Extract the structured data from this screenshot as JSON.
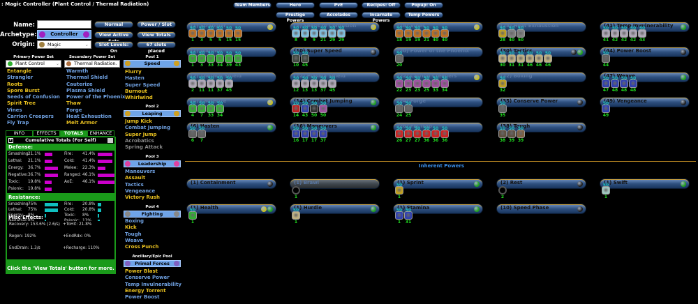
{
  "window": {
    "title": ": Magic Controller (Plant Control / Thermal Radiation)"
  },
  "header": {
    "name_label": "Name:",
    "name_value": "",
    "archetype_label": "Archetype:",
    "archetype_value": "Controller",
    "origin_label": "Origin:",
    "origin_value": "Magic",
    "buttons": {
      "normal": "Normal",
      "power_slot": "Power / Slot",
      "view_active_sets": "View Active Sets",
      "view_totals": "View Totals",
      "slot_levels": "Slot Levels: On",
      "slots_placed": "67 slots placed"
    }
  },
  "top_buttons": {
    "row1": [
      "Team Members",
      "Hero",
      "PvE",
      "Recipes: Off",
      "Popup: On"
    ],
    "row2": [
      "Prestige Powers",
      "Accolades",
      "Incarnate Powers",
      "Temp Powers"
    ]
  },
  "powersets": {
    "primary_label": "Primary Power Set",
    "primary_value": "Plant Control",
    "secondary_label": "Secondary Power Set",
    "secondary_value": "Thermal Radiation",
    "pool1_label": "Pool 1",
    "pool1_value": "Speed",
    "pool2_label": "Pool 2",
    "pool2_value": "Leaping",
    "pool3_label": "Pool 3",
    "pool3_value": "Leadership",
    "pool4_label": "Pool 4",
    "pool4_value": "Fighting",
    "epic_label": "Ancillary/Epic Pool",
    "epic_value": "Primal Forces Mastery",
    "primary_powers": [
      [
        "Entangle",
        "y"
      ],
      [
        "Strangler",
        "b"
      ],
      [
        "Roots",
        "y"
      ],
      [
        "Spore Burst",
        "y"
      ],
      [
        "Seeds of Confusion",
        "b"
      ],
      [
        "Spirit Tree",
        "y"
      ],
      [
        "Vines",
        "b"
      ],
      [
        "Carrion Creepers",
        "b"
      ],
      [
        "Fly Trap",
        "b"
      ]
    ],
    "secondary_powers": [
      [
        "Warmth",
        "b"
      ],
      [
        "Thermal Shield",
        "b"
      ],
      [
        "Cauterize",
        "b"
      ],
      [
        "Plasma Shield",
        "b"
      ],
      [
        "Power of the Phoenix",
        "b"
      ],
      [
        "Thaw",
        "y"
      ],
      [
        "Forge",
        "b"
      ],
      [
        "Heat Exhaustion",
        "b"
      ],
      [
        "Melt Armor",
        "y"
      ]
    ],
    "pool1_powers": [
      [
        "Flurry",
        "y"
      ],
      [
        "Hasten",
        "b"
      ],
      [
        "Super Speed",
        "b"
      ],
      [
        "Burnout",
        "y"
      ],
      [
        "Whirlwind",
        "y"
      ]
    ],
    "pool2_powers": [
      [
        "Jump Kick",
        "y"
      ],
      [
        "Combat Jumping",
        "b"
      ],
      [
        "Super Jump",
        "y"
      ],
      [
        "Acrobatics",
        "g"
      ],
      [
        "Spring Attack",
        "g"
      ]
    ],
    "pool3_powers": [
      [
        "Maneuvers",
        "b"
      ],
      [
        "Assault",
        "y"
      ],
      [
        "Tactics",
        "b"
      ],
      [
        "Vengeance",
        "b"
      ],
      [
        "Victory Rush",
        "y"
      ]
    ],
    "pool4_powers": [
      [
        "Boxing",
        "b"
      ],
      [
        "Kick",
        "y"
      ],
      [
        "Tough",
        "b"
      ],
      [
        "Weave",
        "b"
      ],
      [
        "Cross Punch",
        "y"
      ]
    ],
    "epic_powers": [
      [
        "Power Blast",
        "y"
      ],
      [
        "Conserve Power",
        "b"
      ],
      [
        "Temp Invulnerability",
        "b"
      ],
      [
        "Energy Torrent",
        "y"
      ],
      [
        "Power Boost",
        "b"
      ]
    ]
  },
  "info_tabs": [
    "INFO",
    "EFFECTS",
    "TOTALS",
    "ENHANCE"
  ],
  "totals": {
    "title": "Cumulative Totals (For Self)",
    "f_label": "F",
    "defense_label": "Defense:",
    "defense_left": [
      [
        "Smashing:",
        "21.1%",
        0.21
      ],
      [
        "Lethal:",
        "21.1%",
        0.21
      ],
      [
        "Energy:",
        "36.7%",
        0.37
      ],
      [
        "Negative:",
        "36.7%",
        0.37
      ],
      [
        "Toxic:",
        "19.8%",
        0.2
      ],
      [
        "Psionic:",
        "19.8%",
        0.2
      ]
    ],
    "defense_right": [
      [
        "Fire:",
        "41.4%",
        0.41
      ],
      [
        "Cold:",
        "41.4%",
        0.41
      ],
      [
        "Melee:",
        "22.3%",
        0.22
      ],
      [
        "Ranged:",
        "46.1%",
        0.46
      ],
      [
        "AoE:",
        "46.1%",
        0.46
      ]
    ],
    "resistance_label": "Resistance:",
    "resistance_left": [
      [
        "Smashing:",
        "75%",
        0.75
      ],
      [
        "Lethal:",
        "75%",
        0.75
      ],
      [
        "Energy:",
        "8%",
        0.08
      ],
      [
        "Negative:",
        "8%",
        0.08
      ]
    ],
    "resistance_right": [
      [
        "Fire:",
        "20.8%",
        0.21
      ],
      [
        "Cold:",
        "20.8%",
        0.21
      ],
      [
        "Toxic:",
        "8%",
        0.08
      ],
      [
        "Psionic:",
        "13%",
        0.13
      ]
    ],
    "misc_label": "Misc Effects:",
    "misc": [
      [
        "Recovery: 153.6% (2.6/s)",
        "+ToHit: 21.8%"
      ],
      [
        "Regen: 192%",
        "+EndRdx: 0%"
      ],
      [
        "EndDrain: 1.3/s",
        "+Recharge: 110%"
      ]
    ],
    "footer": "Click the 'View Totals' button for more."
  },
  "build": [
    {
      "name": "(1) Strangler",
      "dim": true,
      "ind": [
        "y"
      ],
      "enh": "orange",
      "slots": [
        [
          "50",
          "1"
        ],
        [
          "50",
          "3"
        ],
        [
          "50",
          "5"
        ],
        [
          "50",
          "5"
        ],
        [
          "50",
          "15"
        ],
        [
          "50",
          "15"
        ]
      ]
    },
    {
      "name": "(8) Seeds of Confusion",
      "dim": true,
      "ind": [
        "y"
      ],
      "enh": "pink",
      "slots": [
        [
          "50",
          "8"
        ],
        [
          "50",
          "9"
        ],
        [
          "50",
          "9"
        ],
        [
          "50",
          "21"
        ],
        [
          "50",
          "29"
        ],
        [
          "50",
          "29"
        ]
      ]
    },
    {
      "name": "(18) Vines",
      "dim": true,
      "ind": [
        "y"
      ],
      "enh": "orange",
      "slots": [
        [
          "50",
          "18"
        ],
        [
          "50",
          "19"
        ],
        [
          "50",
          "19"
        ],
        [
          "50",
          "21"
        ],
        [
          "50",
          "40"
        ],
        [
          "50",
          "40"
        ]
      ]
    },
    {
      "name": "(28) Heat Exhaustion",
      "dim": true,
      "ind": [],
      "enh": "mixed1",
      "slots": [
        [
          "50",
          "28"
        ],
        [
          "50",
          "40"
        ],
        [
          "50",
          "50"
        ]
      ]
    },
    {
      "name": "(41) Temp Invulnerability",
      "dim": false,
      "ind": [
        "g"
      ],
      "enh": "silver",
      "slots": [
        [
          "50",
          "41"
        ],
        [
          "50",
          "42"
        ],
        [
          "50",
          "42"
        ],
        [
          "50",
          "42"
        ],
        [
          "50",
          "43"
        ]
      ]
    },
    {
      "name": "(1) Warmth",
      "dim": true,
      "ind": [],
      "enh": "green",
      "slots": [
        [
          "50",
          "1"
        ],
        [
          "50",
          "3"
        ],
        [
          "50",
          "33"
        ],
        [
          "50",
          "34"
        ],
        [
          "50",
          "39"
        ],
        [
          "50",
          "43"
        ]
      ]
    },
    {
      "name": "(10) Super Speed",
      "dim": false,
      "ind": [
        "k"
      ],
      "enh": "dark",
      "slots": [
        [
          "50",
          "10"
        ],
        [
          "50",
          "45"
        ]
      ]
    },
    {
      "name": "(20) Power of the Phoenix",
      "dim": true,
      "ind": [],
      "enh": "grey",
      "slots": [
        [
          "50",
          "20"
        ]
      ]
    },
    {
      "name": "(30) Tactics",
      "dim": false,
      "ind": [
        "k",
        "g"
      ],
      "enh": "tan",
      "slots": [
        [
          "50",
          "30"
        ],
        [
          "50",
          "31"
        ],
        [
          "50",
          "31"
        ],
        [
          "50",
          "46"
        ],
        [
          "50",
          "46"
        ],
        [
          "50",
          "46"
        ]
      ]
    },
    {
      "name": "(44) Power Boost",
      "dim": false,
      "ind": [
        "k"
      ],
      "enh": "grey",
      "slots": [
        [
          "50",
          "44"
        ]
      ]
    },
    {
      "name": "(2) Thermal Shield",
      "dim": true,
      "ind": [],
      "enh": "silver",
      "slots": [
        [
          "50",
          "2"
        ],
        [
          "50",
          "11"
        ],
        [
          "50",
          "11"
        ],
        [
          "50",
          "37"
        ],
        [
          "50",
          "45"
        ]
      ]
    },
    {
      "name": "(12) Plasma Shield",
      "dim": true,
      "ind": [],
      "enh": "silver",
      "slots": [
        [
          "50",
          "12"
        ],
        [
          "50",
          "13"
        ],
        [
          "50",
          "13"
        ],
        [
          "50",
          "37"
        ],
        [
          "50",
          "45"
        ]
      ]
    },
    {
      "name": "(22) Carrion Creepers",
      "dim": true,
      "ind": [
        "y"
      ],
      "enh": "purple",
      "slots": [
        [
          "50",
          "22"
        ],
        [
          "50",
          "23"
        ],
        [
          "50",
          "23"
        ],
        [
          "50",
          "25"
        ],
        [
          "50",
          "33"
        ],
        [
          "50",
          "34"
        ]
      ]
    },
    {
      "name": "(32) Boxing",
      "dim": true,
      "ind": [],
      "enh": "yellow",
      "slots": [
        [
          "50",
          "32"
        ]
      ]
    },
    {
      "name": "(47) Weave",
      "dim": false,
      "ind": [
        "g"
      ],
      "enh": "blue",
      "slots": [
        [
          "50",
          "47"
        ],
        [
          "50",
          "48"
        ],
        [
          "50",
          "48"
        ],
        [
          "50",
          "48"
        ]
      ]
    },
    {
      "name": "(4) Cauterize",
      "dim": true,
      "ind": [
        "y"
      ],
      "enh": "green",
      "slots": [
        [
          "50",
          "4"
        ],
        [
          "50",
          "7"
        ],
        [
          "50",
          "33"
        ],
        [
          "50",
          "34"
        ]
      ]
    },
    {
      "name": "(14) Combat Jumping",
      "dim": false,
      "ind": [
        "g"
      ],
      "enh": "mixed2",
      "slots": [
        [
          "20",
          "14"
        ],
        [
          "50",
          "43"
        ],
        [
          "50",
          "50"
        ],
        [
          "50",
          "50"
        ]
      ]
    },
    {
      "name": "(24) Forge",
      "dim": true,
      "ind": [],
      "enh": "grey",
      "slots": [
        [
          "50",
          "24"
        ],
        [
          "50",
          "25"
        ]
      ]
    },
    {
      "name": "(35) Conserve Power",
      "dim": false,
      "ind": [
        "k"
      ],
      "enh": "grey",
      "slots": [
        [
          "50",
          "35"
        ]
      ]
    },
    {
      "name": "(49) Vengeance",
      "dim": false,
      "ind": [
        "k"
      ],
      "enh": "blue",
      "slots": [
        [
          "50",
          "49"
        ]
      ]
    },
    {
      "name": "(6) Hasten",
      "dim": false,
      "ind": [
        "g"
      ],
      "enh": "grey",
      "slots": [
        [
          "50",
          "6"
        ],
        [
          "50",
          "7"
        ]
      ]
    },
    {
      "name": "(16) Maneuvers",
      "dim": false,
      "ind": [
        "g"
      ],
      "enh": "blue",
      "slots": [
        [
          "50",
          "16"
        ],
        [
          "50",
          "17"
        ],
        [
          "50",
          "17"
        ],
        [
          "50",
          "37"
        ]
      ]
    },
    {
      "name": "(26) Fly Trap",
      "dim": true,
      "ind": [],
      "enh": "red",
      "slots": [
        [
          "50",
          "26"
        ],
        [
          "50",
          "27"
        ],
        [
          "50",
          "27"
        ],
        [
          "50",
          "36"
        ],
        [
          "50",
          "36"
        ],
        [
          "50",
          "36"
        ]
      ]
    },
    {
      "name": "(38) Tough",
      "dim": false,
      "ind": [
        "k"
      ],
      "enh": "brown",
      "slots": [
        [
          "10",
          "38"
        ],
        [
          "50",
          "39"
        ],
        [
          "50",
          "39"
        ]
      ]
    }
  ],
  "inherent_label": "Inherent Powers",
  "inherent": [
    {
      "name": "(1) Containment",
      "dim": false,
      "ind": [
        "k"
      ],
      "enh": "none",
      "slots": []
    },
    {
      "name": "(1) Brawl",
      "dim": true,
      "ind": [],
      "enh": "empty",
      "slots": [
        [
          "",
          "1"
        ]
      ]
    },
    {
      "name": "(1) Sprint",
      "dim": false,
      "ind": [
        "g"
      ],
      "enh": "yellow",
      "slots": [
        [
          "50",
          "1"
        ]
      ]
    },
    {
      "name": "(2) Rest",
      "dim": false,
      "ind": [
        "k"
      ],
      "enh": "empty",
      "slots": [
        [
          "",
          "2"
        ]
      ]
    },
    {
      "name": "(1) Swift",
      "dim": false,
      "ind": [
        "g"
      ],
      "enh": "teal",
      "slots": [
        [
          "50",
          "1"
        ]
      ]
    },
    {
      "name": "(1) Health",
      "dim": false,
      "ind": [
        "y",
        "g"
      ],
      "enh": "green",
      "slots": [
        [
          "50",
          "1"
        ]
      ]
    },
    {
      "name": "(1) Hurdle",
      "dim": false,
      "ind": [
        "g"
      ],
      "enh": "tan",
      "slots": [
        [
          "50",
          "1"
        ]
      ]
    },
    {
      "name": "(1) Stamina",
      "dim": false,
      "ind": [
        "g"
      ],
      "enh": "blue",
      "slots": [
        [
          "50",
          "1"
        ],
        [
          "50",
          "31"
        ]
      ]
    },
    {
      "name": "(10) Speed Phase",
      "dim": false,
      "ind": [
        "k"
      ],
      "enh": "none",
      "slots": []
    }
  ],
  "colors": {
    "accent": "#1a9a1a",
    "defense_bar": "#cc00cc",
    "resistance_bar": "#10c0c0",
    "pool_box": "#6fa4e8",
    "yellow_text": "#e8c020",
    "blue_text": "#6fa0e0"
  }
}
